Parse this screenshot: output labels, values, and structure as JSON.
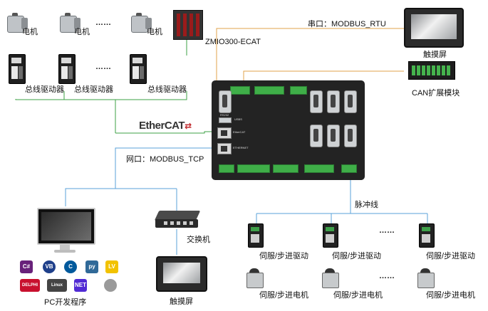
{
  "labels": {
    "motor": "电机",
    "bus_drive": "总线驱动器",
    "ellipsis": "……",
    "zmio": "ZMIO300-ECAT",
    "serial": "串口：MODBUS_RTU",
    "touchscreen": "触摸屏",
    "can_module": "CAN扩展模块",
    "ethercat": "EtherCAT",
    "ethernet": "网口：MODBUS_TCP",
    "pulse_line": "脉冲线",
    "switch": "交换机",
    "pc_dev": "PC开发程序",
    "servo_drive": "伺服/步进驱动",
    "servo_motor": "伺服/步进电机"
  },
  "controller_labels": {
    "rs232": "RS232",
    "usbs": "USBS",
    "ethercat": "EtherCAT",
    "ethernet": "ETHERNET"
  },
  "lang_icons": [
    {
      "name": "csharp-icon",
      "text": "C#",
      "color": "#68217a"
    },
    {
      "name": "vb-icon",
      "text": "VB",
      "color": "#1e3f8a"
    },
    {
      "name": "cpp-icon",
      "text": "C",
      "color": "#00599c"
    },
    {
      "name": "python-icon",
      "text": "py",
      "color": "#306998"
    },
    {
      "name": "labview-icon",
      "text": "LV",
      "color": "#f2c200"
    },
    {
      "name": "delphi-icon",
      "text": "DELPHI",
      "color": "#c8102e"
    },
    {
      "name": "linux-icon",
      "text": "Linux",
      "color": "#444444"
    },
    {
      "name": "dotnet-icon",
      "text": "NET",
      "color": "#512bd4"
    },
    {
      "name": "apple-icon",
      "text": "",
      "color": "#9a9a9a"
    }
  ],
  "colors": {
    "ethercat_wire": "#3ca044",
    "serial_wire": "#e2a34b",
    "ethernet_wire": "#5aa0d8",
    "pulse_wire": "#5aa0d8",
    "accent_red": "#c0282c"
  }
}
